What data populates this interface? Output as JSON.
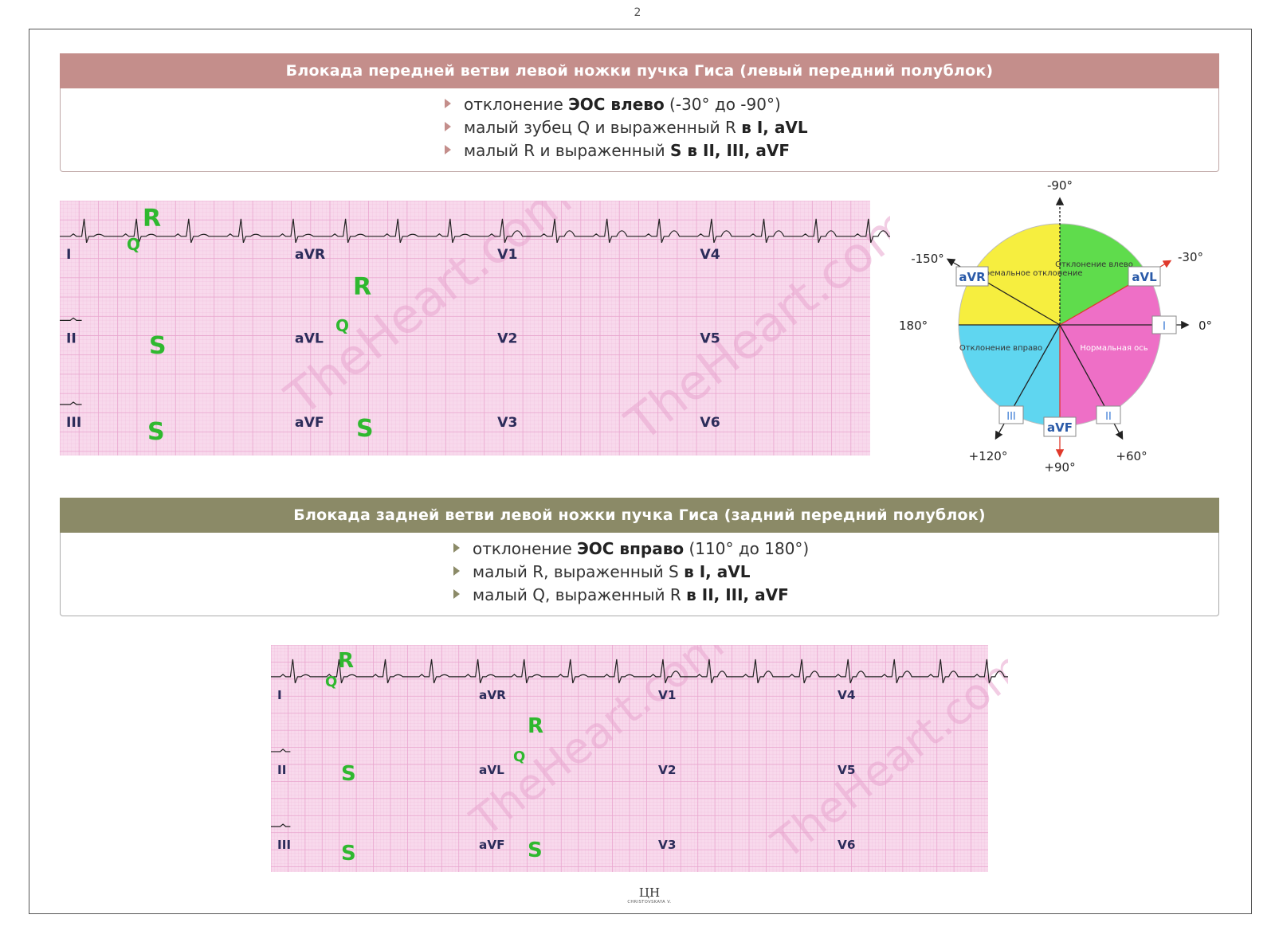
{
  "page_number": "2",
  "section1": {
    "title": "Блокада передней ветви левой ножки пучка Гиса (левый передний полублок)",
    "bullets": [
      {
        "pre": "отклонение ",
        "bold": "ЭОС влево",
        "post": " (-30° до -90°)"
      },
      {
        "pre": "малый зубец Q и выраженный R ",
        "bold": "в I, aVL",
        "post": ""
      },
      {
        "pre": "малый R и выраженный ",
        "bold": "S в II, III, aVF",
        "post": ""
      }
    ],
    "ecg": {
      "leads": [
        "I",
        "aVR",
        "V1",
        "V4",
        "II",
        "aVL",
        "V2",
        "V5",
        "III",
        "aVF",
        "V3",
        "V6"
      ],
      "wave_marks": [
        "R",
        "Q",
        "R",
        "Q",
        "S",
        "S",
        "S"
      ],
      "watermark": "TheHeart.com"
    },
    "axis_diagram": {
      "angles": [
        "-90°",
        "-150°",
        "-30°",
        "180°",
        "0°",
        "+120°",
        "+90°",
        "+60°"
      ],
      "sectors": [
        "Экстремальное отклонение",
        "Отклонение влево",
        "Отклонение вправо",
        "Нормальная ось"
      ],
      "lead_boxes": [
        "aVR",
        "aVL",
        "I",
        "III",
        "aVF",
        "II"
      ],
      "colors": {
        "extreme": "#f6ee3f",
        "left": "#5fdc4c",
        "right": "#5fd6f0",
        "normal": "#ee6fc6"
      }
    }
  },
  "section2": {
    "title": "Блокада задней ветви левой ножки пучка Гиса (задний передний полублок)",
    "bullets": [
      {
        "pre": "отклонение ",
        "bold": "ЭОС вправо",
        "post": " (110° до 180°)"
      },
      {
        "pre": "малый R, выраженный S ",
        "bold": "в I, aVL",
        "post": ""
      },
      {
        "pre": "малый Q, выраженный R ",
        "bold": "в II, III, aVF",
        "post": ""
      }
    ],
    "ecg": {
      "leads": [
        "I",
        "aVR",
        "V1",
        "V4",
        "II",
        "aVL",
        "V2",
        "V5",
        "III",
        "aVF",
        "V3",
        "V6"
      ],
      "wave_marks": [
        "R",
        "Q",
        "R",
        "Q",
        "S",
        "S",
        "S"
      ],
      "watermark": "TheHeart.com"
    }
  },
  "logo": {
    "mark": "ЦН",
    "caption": "CHRISTOVSKAYA V."
  },
  "colors": {
    "rose_banner": "#c48e8b",
    "olive_banner": "#8b8a67",
    "ecg_paper": "#f8d9ec",
    "ecg_grid": "#e9a6cf",
    "mark_green": "#2fb82f"
  }
}
